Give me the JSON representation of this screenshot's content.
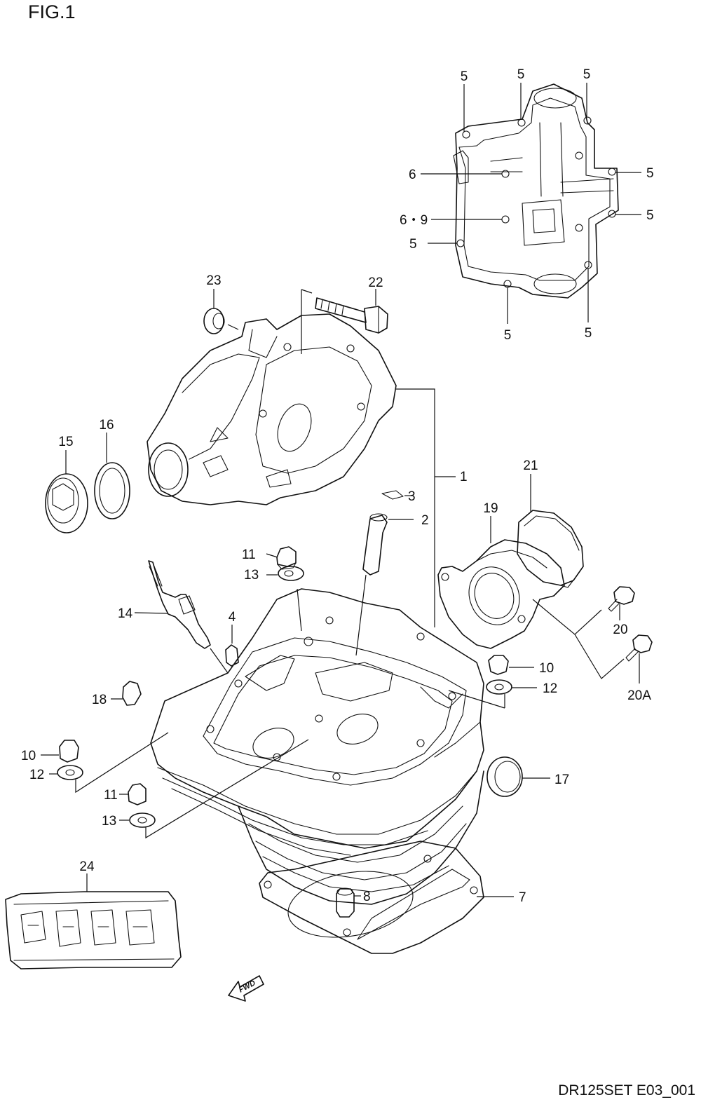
{
  "figure": {
    "title": "FIG.1",
    "code": "DR125SET E03_001",
    "fwd_label": "FWD"
  },
  "callouts": {
    "c1": "1",
    "c2": "2",
    "c3": "3",
    "c4": "4",
    "c5a": "5",
    "c5b": "5",
    "c5c": "5",
    "c5d": "5",
    "c5e": "5",
    "c5f": "5",
    "c5g": "5",
    "c5h": "5",
    "c6": "6",
    "c69": "6・9",
    "c7": "7",
    "c8": "8",
    "c10a": "10",
    "c10b": "10",
    "c11a": "11",
    "c11b": "11",
    "c12a": "12",
    "c12b": "12",
    "c13a": "13",
    "c13b": "13",
    "c14": "14",
    "c15": "15",
    "c16": "16",
    "c17": "17",
    "c18": "18",
    "c19": "19",
    "c20": "20",
    "c20A": "20A",
    "c21": "21",
    "c22": "22",
    "c23": "23",
    "c24": "24"
  }
}
